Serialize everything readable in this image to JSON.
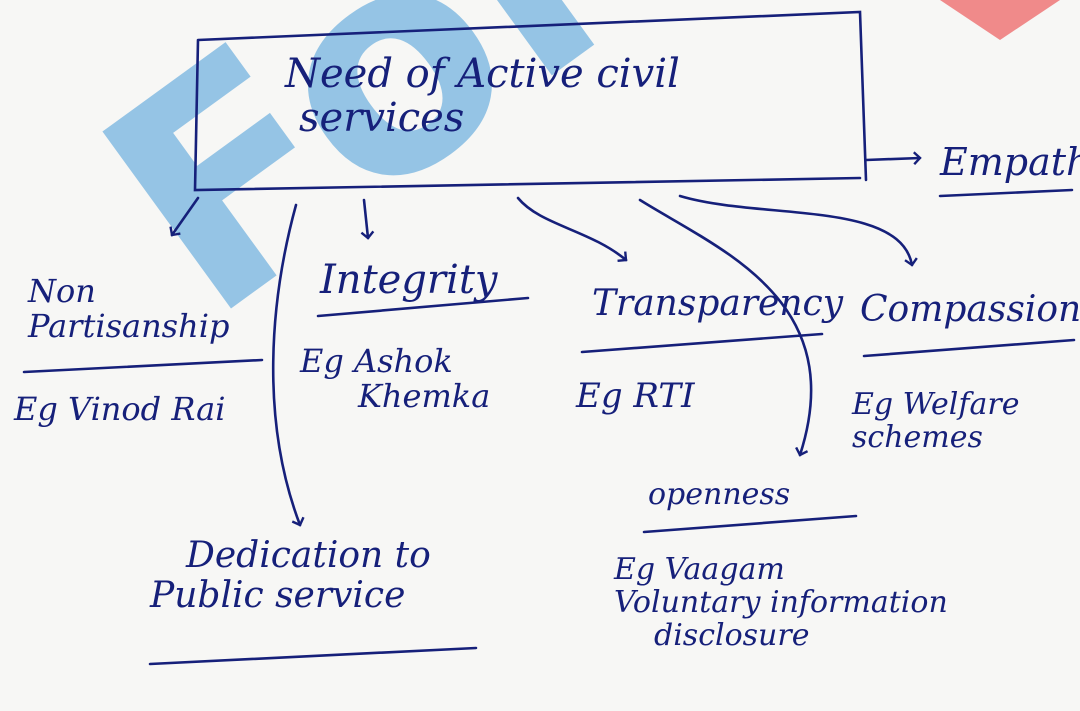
{
  "watermark": {
    "text": "Forum",
    "color": "#469bd7"
  },
  "ink_color": "#16207a",
  "title": {
    "line1": "Need of Active civil",
    "line2": "services"
  },
  "nodes": {
    "empathy": "Empathy",
    "non_partisanship": {
      "line1": "Non",
      "line2": "Partisanship"
    },
    "integrity": "Integrity",
    "transparency": "Transparency",
    "compassion": "Compassion",
    "openness": "openness",
    "dedication": {
      "line1": "Dedication to",
      "line2": "Public service"
    }
  },
  "examples": {
    "non_partisanship": "Eg Vinod Rai",
    "integrity": {
      "line1": "Eg Ashok",
      "line2": "Khemka"
    },
    "transparency": "Eg RTI",
    "compassion": {
      "line1": "Eg Welfare",
      "line2": "schemes"
    },
    "openness": {
      "line1": "Eg Vaagam",
      "line2": "Voluntary information",
      "line3": "disclosure"
    }
  }
}
